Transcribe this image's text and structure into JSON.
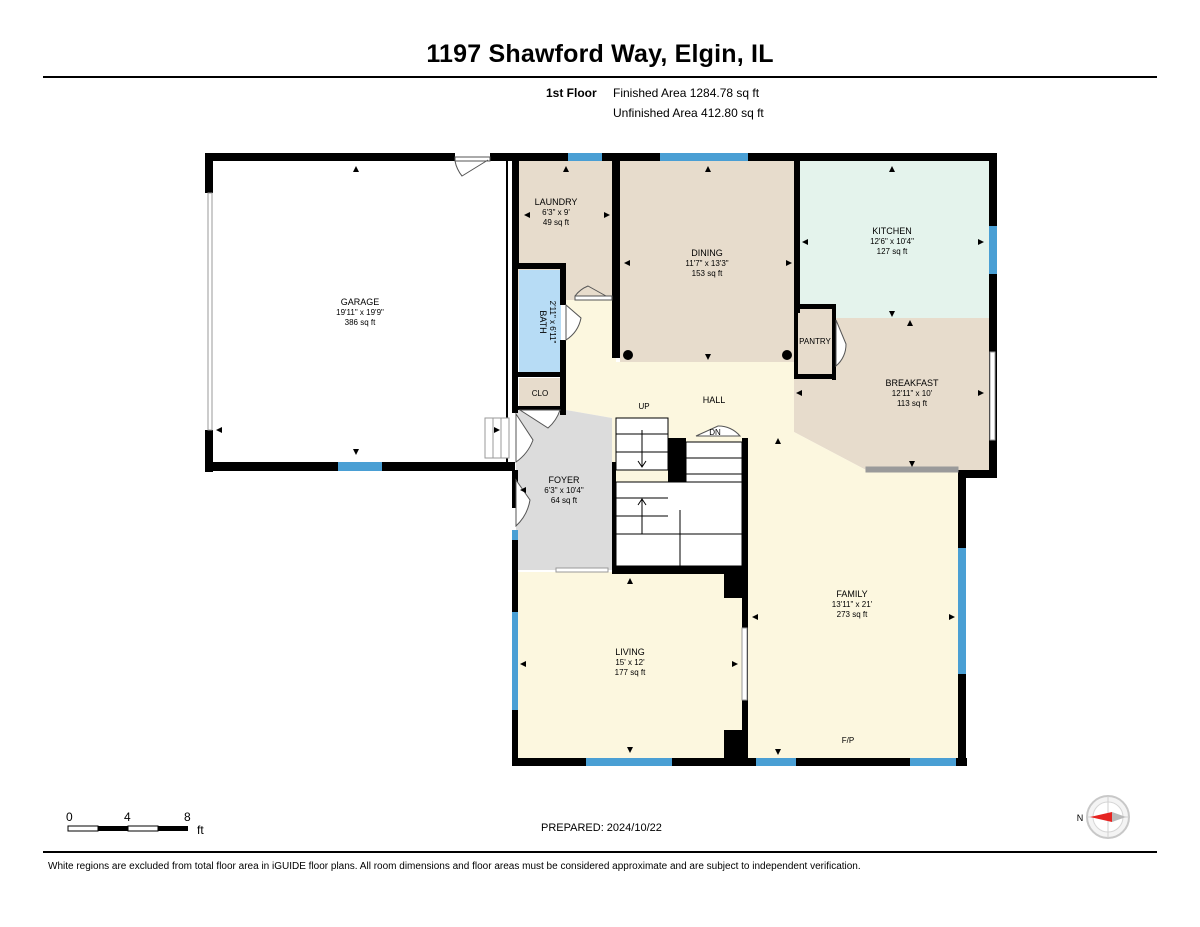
{
  "header": {
    "title": "1197 Shawford Way, Elgin, IL",
    "floor": "1st Floor",
    "finished_area": "Finished Area 1284.78 sq ft",
    "unfinished_area": "Unfinished Area 412.80 sq ft"
  },
  "rooms": {
    "garage": {
      "name": "GARAGE",
      "dims": "19'11\" x 19'9\"",
      "area": "386 sq ft"
    },
    "laundry": {
      "name": "LAUNDRY",
      "dims": "6'3\" x 9'",
      "area": "49 sq ft"
    },
    "dining": {
      "name": "DINING",
      "dims": "11'7\" x 13'3\"",
      "area": "153 sq ft"
    },
    "kitchen": {
      "name": "KITCHEN",
      "dims": "12'6\" x 10'4\"",
      "area": "127 sq ft"
    },
    "bath": {
      "name": "BATH",
      "dims": "2'11\" x 6'11\""
    },
    "pantry": {
      "name": "PANTRY"
    },
    "breakfast": {
      "name": "BREAKFAST",
      "dims": "12'11\" x 10'",
      "area": "113 sq ft"
    },
    "clo": {
      "name": "CLO"
    },
    "hall": {
      "name": "HALL"
    },
    "foyer": {
      "name": "FOYER",
      "dims": "6'3\" x 10'4\"",
      "area": "64 sq ft"
    },
    "family": {
      "name": "FAMILY",
      "dims": "13'11\" x 21'",
      "area": "273 sq ft",
      "fireplace": "F/P"
    },
    "living": {
      "name": "LIVING",
      "dims": "15' x 12'",
      "area": "177 sq ft"
    }
  },
  "stairs": {
    "up": "UP",
    "down": "DN"
  },
  "scale": {
    "ticks": [
      "0",
      "4",
      "8"
    ],
    "unit": "ft"
  },
  "compass": {
    "label": "N"
  },
  "footer": {
    "prepared": "PREPARED: 2024/10/22",
    "note": "White regions are excluded from total floor area in iGUIDE floor plans. All room dimensions and floor areas must be considered approximate and are subject to independent verification."
  },
  "colors": {
    "wall": "#000000",
    "window": "#4a9fd4",
    "garage": "#ffffff",
    "tan": "#e7dccc",
    "kitchen": "#e4f3ec",
    "bath": "#b7dcf5",
    "hall": "#fcf7df",
    "foyer": "#dcdcdc",
    "compass_red": "#e52421"
  }
}
